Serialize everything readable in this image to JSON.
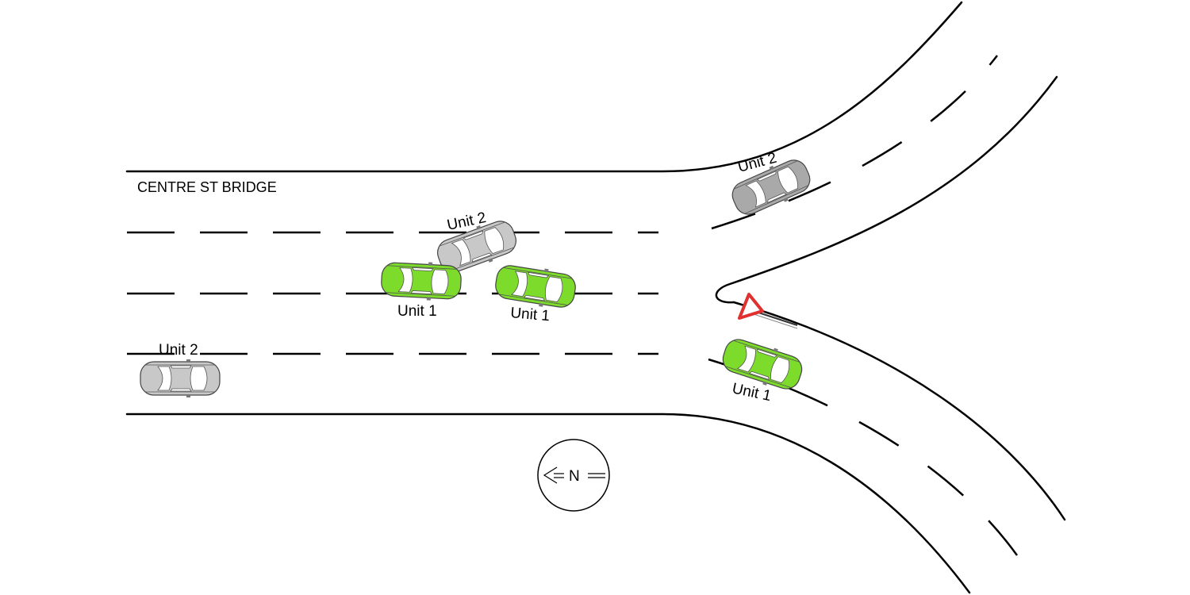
{
  "road": {
    "name": "CENTRE ST BRIDGE"
  },
  "compass": {
    "letter": "N"
  },
  "units": [
    {
      "id": "unit2-upper-right",
      "label": "Unit 2",
      "color": "#a9a9a9"
    },
    {
      "id": "unit2-bridge-collision",
      "label": "Unit 2",
      "color": "#c8c8c8"
    },
    {
      "id": "unit1-bridge-left",
      "label": "Unit 1",
      "color": "#7ddb2c"
    },
    {
      "id": "unit1-bridge-right",
      "label": "Unit 1",
      "color": "#7ddb2c"
    },
    {
      "id": "unit2-lower-left",
      "label": "Unit 2",
      "color": "#c8c8c8"
    },
    {
      "id": "unit1-lower-right",
      "label": "Unit 1",
      "color": "#7ddb2c"
    }
  ],
  "colors": {
    "unit1": "#7ddb2c",
    "unit2": "#c8c8c8",
    "unit2_dark": "#a9a9a9",
    "yield_sign": "#e03030"
  },
  "icons": {
    "yield_sign": "yield-sign-icon",
    "compass": "compass-icon"
  }
}
